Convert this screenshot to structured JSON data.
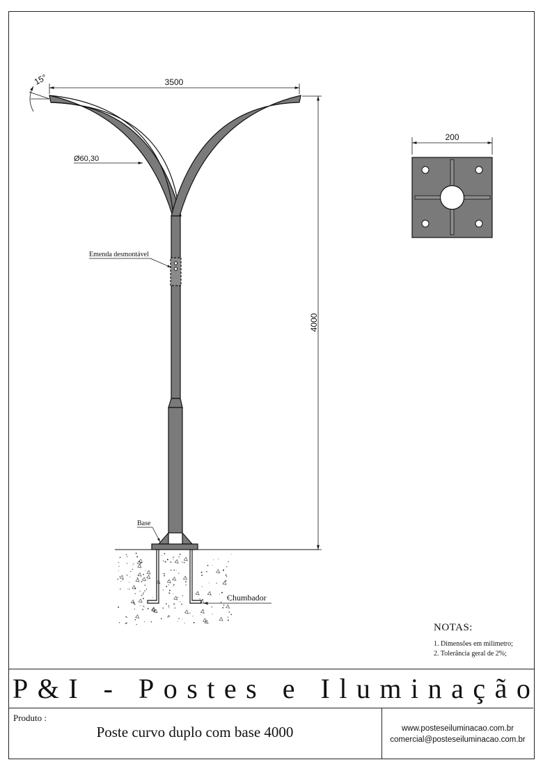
{
  "drawing": {
    "dim_width": "3500",
    "dim_height": "4000",
    "dim_diameter": "Ø60,30",
    "dim_angle": "15°",
    "dim_base_plate": "200",
    "label_splice": "Emenda desmontável",
    "label_base": "Base",
    "label_anchor": "Chumbador"
  },
  "notes": {
    "title": "NOTAS:",
    "items": [
      "1. Dimensões em milimetro;",
      "2. Tolerância geral de 2%;"
    ]
  },
  "title_block": {
    "company": "P&I - Postes e Iluminação",
    "product_label": "Produto :",
    "product_name": "Poste  curvo duplo com base 4000",
    "website": "www.posteseiluminacao.com.br",
    "email": "comercial@posteseiluminacao.com.br"
  },
  "colors": {
    "steel_fill": "#7a7a7a",
    "line": "#111111"
  }
}
